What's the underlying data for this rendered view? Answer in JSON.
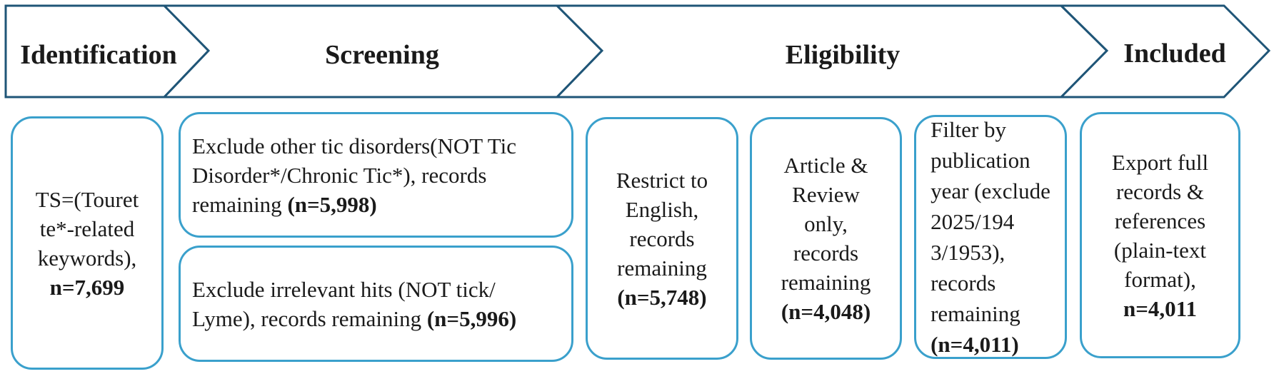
{
  "stages": [
    {
      "id": "identification",
      "label": "Identification"
    },
    {
      "id": "screening",
      "label": "Screening"
    },
    {
      "id": "eligibility",
      "label": "Eligibility"
    },
    {
      "id": "included",
      "label": "Included"
    }
  ],
  "colors": {
    "banner_stroke": "#1f5577",
    "box_border": "#3aa0cc",
    "text": "#1a1a1a"
  },
  "boxes": {
    "identification": {
      "lines": [
        "TS=(Touret",
        "te*-related",
        "keywords),"
      ],
      "count": "n=7,699"
    },
    "screening_tic": {
      "line1": "Exclude other tic disorders(NOT Tic",
      "line2": "Disorder*/Chronic Tic*), records",
      "line3_text": "remaining ",
      "count": "(n=5,998)"
    },
    "screening_lyme": {
      "line1": "Exclude irrelevant hits (NOT tick/",
      "line2_text": "Lyme), records remaining ",
      "count": "(n=5,996)"
    },
    "english": {
      "lines": [
        "Restrict to",
        "English,",
        "records",
        "remaining"
      ],
      "count": "(n=5,748)"
    },
    "article": {
      "lines": [
        "Article &",
        "Review",
        "only,",
        "records",
        "remaining"
      ],
      "count": "(n=4,048)"
    },
    "year": {
      "lines": [
        "Filter by",
        "publication",
        "year (exclude",
        "2025/194",
        "3/1953),",
        "records",
        "remaining"
      ],
      "count": "(n=4,011)"
    },
    "export": {
      "lines": [
        "Export full",
        "records &",
        "references",
        "(plain-text",
        "format),"
      ],
      "count": "n=4,011"
    }
  }
}
